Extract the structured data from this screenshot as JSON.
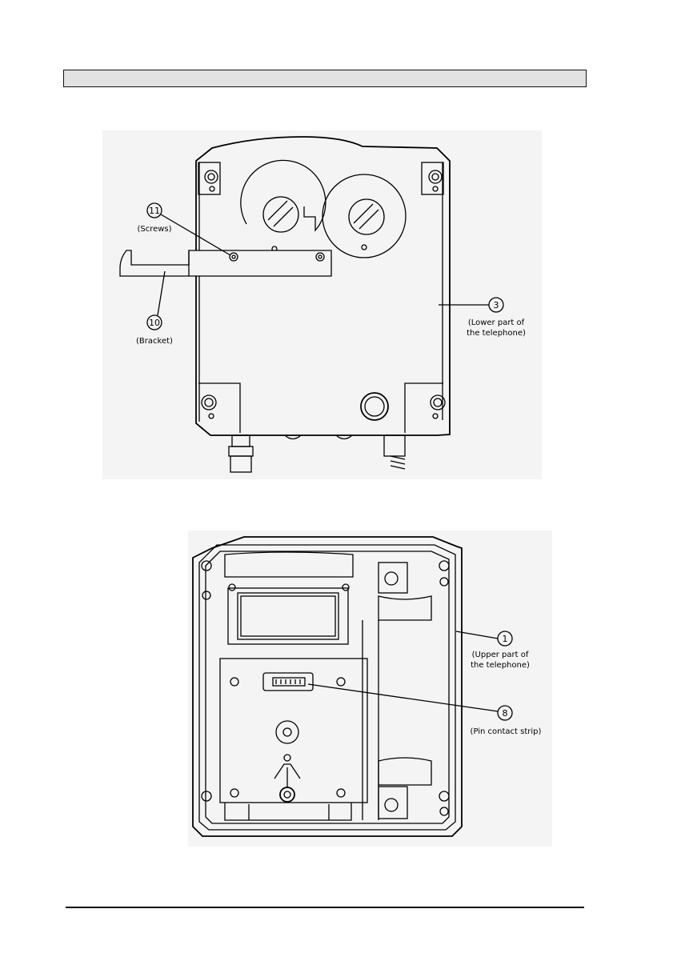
{
  "figure_top": {
    "callouts": [
      {
        "number": "11",
        "label": "(Screws)"
      },
      {
        "number": "10",
        "label": "(Bracket)"
      },
      {
        "number": "3",
        "label_line1": "(Lower part of",
        "label_line2": "the telephone)"
      }
    ]
  },
  "figure_bottom": {
    "callouts": [
      {
        "number": "1",
        "label_line1": "(Upper part of",
        "label_line2": "the telephone)"
      },
      {
        "number": "8",
        "label": "(Pin contact strip)"
      }
    ]
  },
  "colors": {
    "ink": "#000000",
    "header_fill": "#e2e2e2",
    "drawing_background": "#f4f4f4"
  }
}
